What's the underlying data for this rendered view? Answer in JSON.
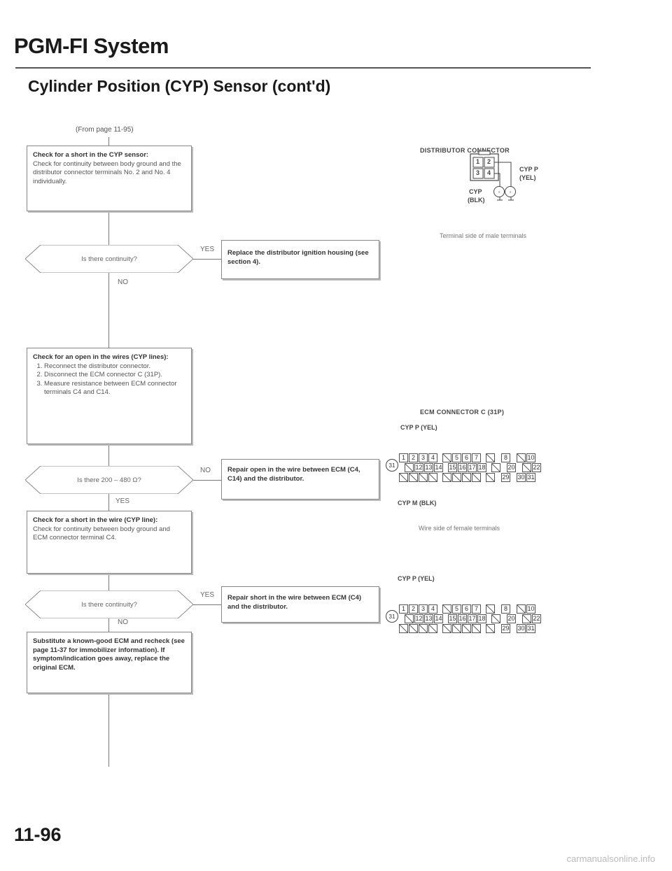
{
  "header": {
    "title": "PGM-FI System",
    "section": "Cylinder Position (CYP) Sensor (cont'd)"
  },
  "from_page": "(From page 11-95)",
  "steps": {
    "step1": {
      "bold": "Check for a short in the CYP sensor:",
      "text": "Check for continuity between body ground and the distributor connector terminals No. 2 and No. 4 individually."
    },
    "q1": "Is there continuity?",
    "a1": {
      "bold": "Replace the distributor ignition housing (see section 4)."
    },
    "step2": {
      "bold": "Check for an open in the wires (CYP lines):",
      "items": [
        "Reconnect the distributor connector.",
        "Disconnect the ECM connector C (31P).",
        "Measure resistance between ECM connector terminals C4 and C14."
      ]
    },
    "q2": "Is there 200 – 480 Ω?",
    "a2": {
      "bold": "Repair open in the wire between ECM (C4, C14) and the distributor."
    },
    "step3": {
      "bold": "Check for a short in the wire (CYP line):",
      "text": "Check for continuity between body ground and ECM connector terminal C4."
    },
    "q3": "Is there continuity?",
    "a3": {
      "bold": "Repair short in the wire between ECM (C4) and the distributor."
    },
    "step4": {
      "bold": "Substitute a known-good ECM and recheck (see page 11-37 for immobilizer information). If symptom/indication goes away, replace the original ECM."
    }
  },
  "labels": {
    "yes": "YES",
    "no": "NO"
  },
  "distributor": {
    "title": "DISTRIBUTOR CONNECTOR",
    "pins": [
      "1",
      "2",
      "3",
      "4"
    ],
    "cyp_p": "CYP P",
    "cyp_p_color": "(YEL)",
    "cyp_m": "CYP",
    "cyp_m_color": "(BLK)",
    "caption": "Terminal side of male terminals"
  },
  "ecm": {
    "title": "ECM CONNECTOR C (31P)",
    "cyp_p": "CYP P (YEL)",
    "cyp_m": "CYP M (BLK)",
    "caption": "Wire side of female terminals",
    "cyp_p2": "CYP P (YEL)",
    "row1": [
      "1",
      "2",
      "3",
      "4",
      "",
      "5",
      "6",
      "7",
      "",
      "8",
      "",
      "10"
    ],
    "row2": [
      "",
      "12",
      "13",
      "14",
      "15",
      "16",
      "17",
      "18",
      "",
      "20",
      "",
      "22"
    ],
    "row3": [
      "",
      "",
      "",
      "",
      "",
      "",
      "",
      "",
      "",
      "29",
      "30",
      "31"
    ]
  },
  "page_number": "11-96",
  "watermark": "carmanualsonline.info"
}
